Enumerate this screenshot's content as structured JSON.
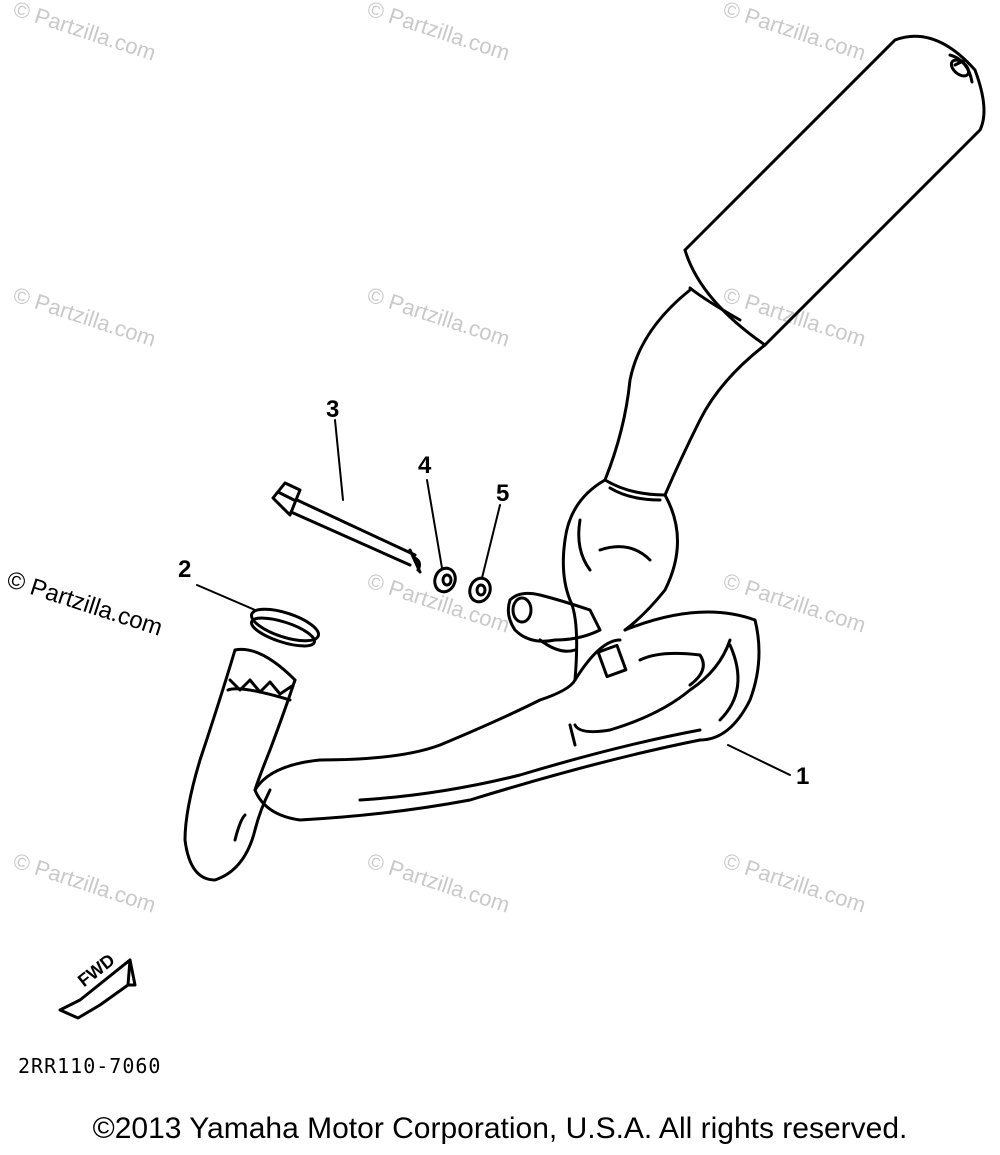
{
  "watermark": {
    "text": "Partzilla.com",
    "symbol": "©"
  },
  "callouts": {
    "part_1": "1",
    "part_2": "2",
    "part_3": "3",
    "part_4": "4",
    "part_5": "5"
  },
  "direction_arrow": "FWD",
  "part_code": "2RR110-7060",
  "copyright": "©2013 Yamaha Motor Corporation, U.S.A. All rights reserved.",
  "colors": {
    "line": "#000000",
    "watermark": "#c9c9c9",
    "background": "#ffffff"
  }
}
